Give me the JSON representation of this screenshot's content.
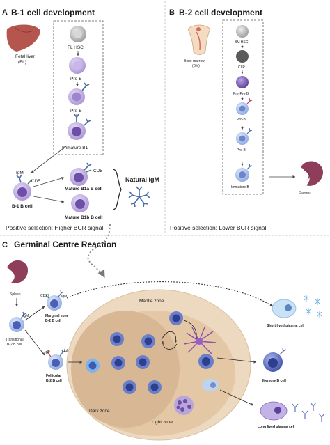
{
  "panel_a": {
    "letter": "A",
    "title": "B-1 cell development",
    "fetal_liver": [
      "Fetal liver",
      "(FL)"
    ],
    "stages": [
      "FL HSC",
      "Pro-B",
      "Pre-B",
      "Immature B1"
    ],
    "igm": "IgM",
    "cd5": "CD5",
    "b1_cell": "B-1 B cell",
    "mature_b1a": "Mature B1a B cell",
    "mature_b1b": "Mature B1b B cell",
    "natural_igm": "Natural IgM",
    "selection": "Positive selection: Higher BCR signal"
  },
  "panel_b": {
    "letter": "B",
    "title": "B-2 cell development",
    "bone_marrow": [
      "Bone marrow",
      "(BM)"
    ],
    "stages": [
      "BM HSC",
      "CLP",
      "Pre-Pro-B",
      "Pro-B",
      "Pre-B",
      "Immature B"
    ],
    "spleen": "Spleen",
    "selection": "Positive selection: Lower BCR signal"
  },
  "panel_c": {
    "letter": "C",
    "title": "Germinal Centre Reaction",
    "spleen": "Spleen",
    "igm": "IgM",
    "igd": "IgD",
    "cd27": "CD27",
    "transitional": [
      "Transitional",
      "B-2 B cell"
    ],
    "marginal": [
      "Marginal zone",
      "B-2 B cell"
    ],
    "follicular": [
      "Follicular",
      "B-2 B cell"
    ],
    "mantle_zone": "Mantle zone",
    "dark_zone": "Dark zone",
    "light_zone": "Light zone",
    "short_lived": "Short lived plasma cell",
    "memory": "Memory B cell",
    "long_lived": "Long lived plasma cell"
  },
  "colors": {
    "purple_dark": "#6e4fa8",
    "purple_light": "#c9b7ea",
    "blue_cell": "#4b5fb8",
    "mantle": "#ecd9c0",
    "dark_zone": "#d8b894",
    "light_zone": "#e4c7a5",
    "liver": "#b5564e",
    "spleen": "#8e3d5a",
    "antibody": "#4a6fa5"
  }
}
